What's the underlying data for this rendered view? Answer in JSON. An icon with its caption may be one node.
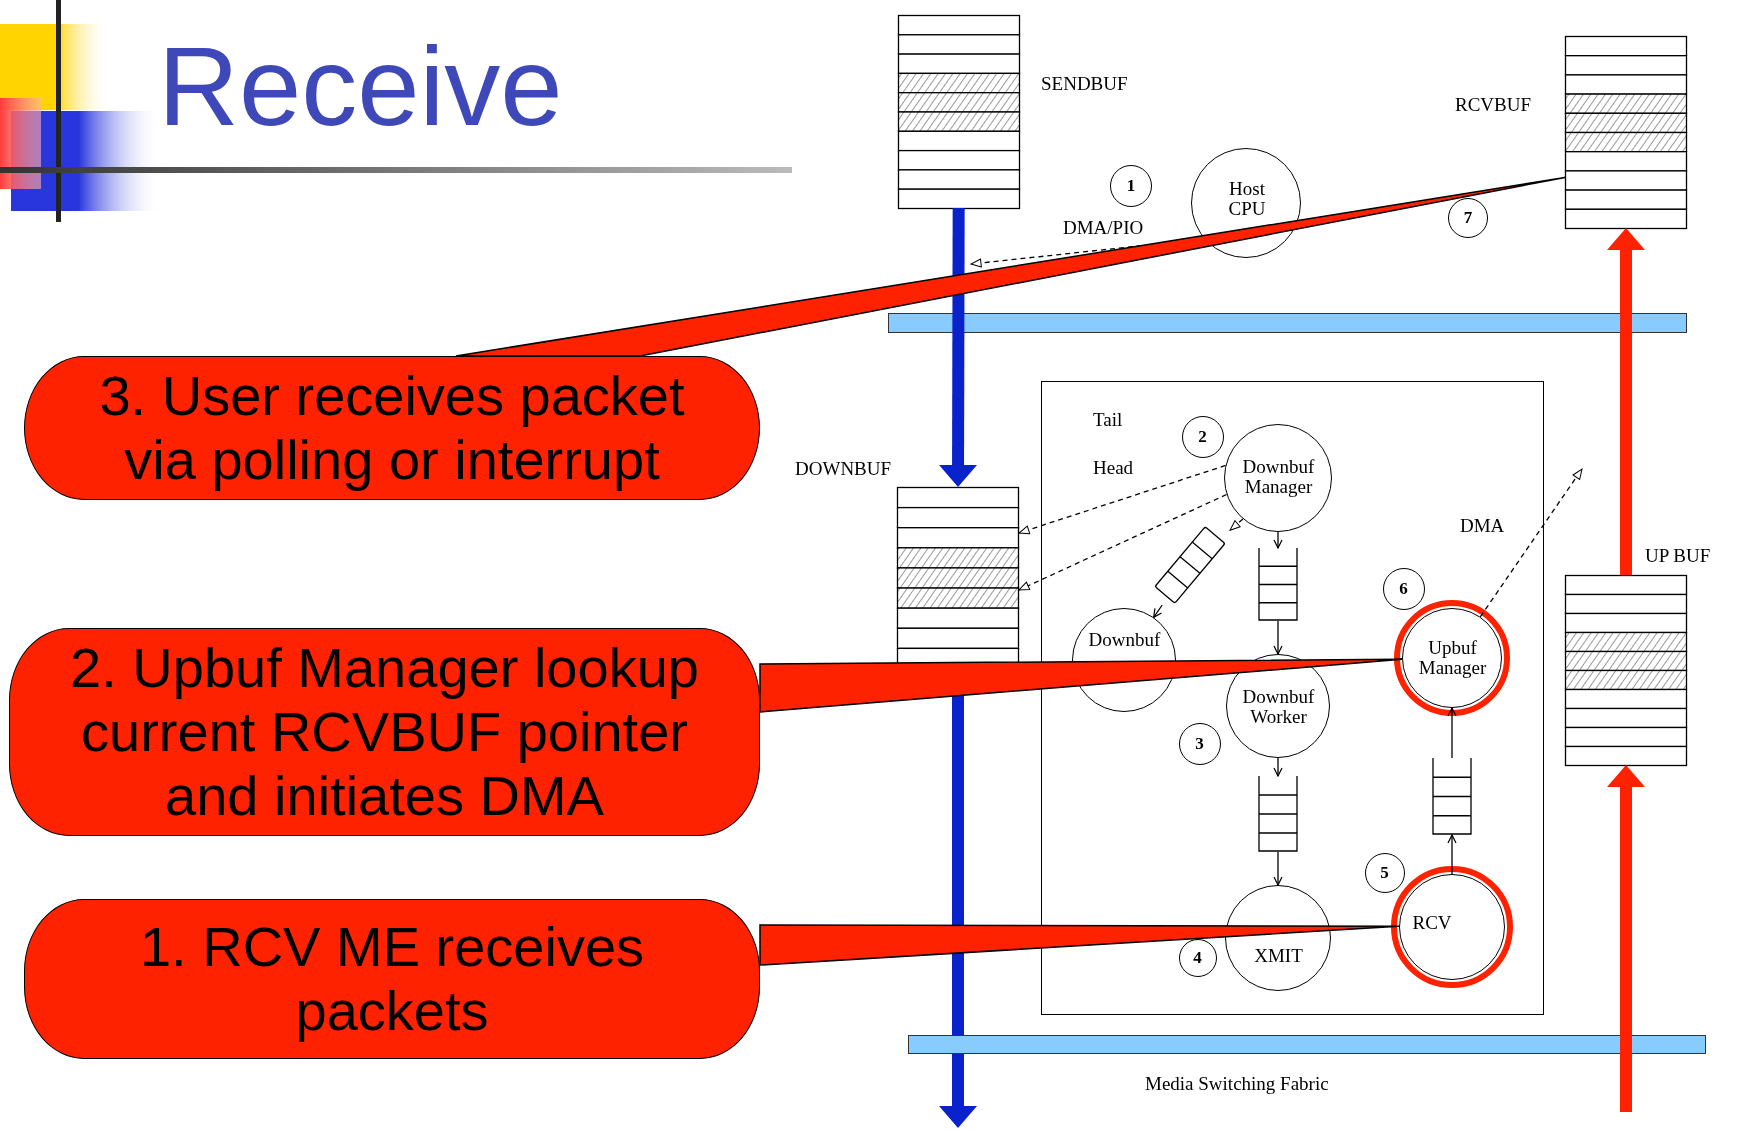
{
  "diagram": {
    "title": "Receive",
    "nodes": [
      {
        "text": [
          "SENDBUF"
        ]
      },
      {
        "text": [
          "RCVBUF"
        ]
      },
      {
        "text": [
          "1"
        ]
      },
      {
        "text": [
          "Host CPU"
        ]
      },
      {
        "text": [
          "7"
        ]
      },
      {
        "text": [
          "3. User receives packet via polling or interrupt"
        ]
      },
      {
        "text": [],
        "shape": "box"
      },
      {
        "text": [
          "2"
        ],
        "in": 6
      },
      {
        "text": [
          "Downbuf Manager"
        ],
        "in": 6
      },
      {
        "text": [
          "DOWNBUF"
        ]
      },
      {
        "text": [],
        "shape": "box",
        "in": 6
      },
      {
        "text": [],
        "shape": "box",
        "in": 6
      },
      {
        "text": [
          "6"
        ],
        "in": 6
      },
      {
        "text": [
          "Upbuf Manager"
        ],
        "in": 6
      },
      {
        "text": [
          "UP BUF"
        ]
      },
      {
        "text": [
          "Downbuf"
        ],
        "in": 6
      },
      {
        "text": [
          "Downbuf Worker"
        ],
        "in": 6
      },
      {
        "text": [
          "3"
        ],
        "in": 6
      },
      {
        "text": [
          "2. Upbuf Manager lookup current RCVBUF pointer and initiates DMA"
        ]
      },
      {
        "text": [],
        "shape": "box",
        "in": 6
      },
      {
        "text": [],
        "shape": "box",
        "in": 6
      },
      {
        "text": [
          "5"
        ],
        "in": 6
      },
      {
        "text": [
          "4"
        ],
        "in": 6
      },
      {
        "text": [
          "XMIT"
        ],
        "in": 6
      },
      {
        "text": [
          "RCV"
        ],
        "in": 6
      },
      {
        "text": [
          "1. RCV ME receives packets"
        ]
      },
      {
        "text": [],
        "shape": "bar"
      },
      {
        "text": [
          "Media Switching Fabric"
        ]
      }
    ],
    "edges": [
      {
        "from": 0,
        "to": 9,
        "arrow": "to",
        "style": "thick",
        "color": "#0a22cc"
      },
      {
        "from": 9,
        "to": 27,
        "arrow": "none",
        "style": "thick",
        "color": "#0a22cc"
      },
      {
        "from": null,
        "to": 14,
        "arrow": "to",
        "style": "thick",
        "color": "#ff2200"
      },
      {
        "from": 14,
        "to": 1,
        "arrow": "to",
        "style": "thick",
        "color": "#ff2200"
      },
      {
        "from": 3,
        "to": null,
        "arrow": "to",
        "style": "dashed"
      },
      {
        "from": 8,
        "to": 9,
        "arrow": "to",
        "style": "dashed"
      },
      {
        "from": 8,
        "to": 9,
        "arrow": "to",
        "style": "dashed"
      },
      {
        "from": 8,
        "to": 10,
        "arrow": "to",
        "style": "dashed"
      },
      {
        "from": 10,
        "to": 15,
        "arrow": "to"
      },
      {
        "from": 8,
        "to": 11,
        "arrow": "to"
      },
      {
        "from": 11,
        "to": 16,
        "arrow": "to"
      },
      {
        "from": 16,
        "to": 19,
        "arrow": "to"
      },
      {
        "from": 19,
        "to": 23,
        "arrow": "to"
      },
      {
        "from": 24,
        "to": 20,
        "arrow": "to"
      },
      {
        "from": 20,
        "to": 13,
        "arrow": "to"
      },
      {
        "from": 13,
        "to": null,
        "arrow": "to",
        "style": "dashed"
      },
      {
        "from": 5,
        "to": 1,
        "arrow": "none",
        "style": "thick",
        "color": "#ff2200"
      },
      {
        "from": 18,
        "to": 13,
        "arrow": "none",
        "style": "thick",
        "color": "#ff2200"
      },
      {
        "from": 25,
        "to": 24,
        "arrow": "none",
        "style": "thick",
        "color": "#ff2200"
      },
      {
        "from": 27,
        "to": null,
        "arrow": "to",
        "style": "thick",
        "color": "#0a22cc"
      }
    ],
    "labels": [
      "DMA/PIO",
      "Tail",
      "Head",
      "DMA"
    ]
  }
}
